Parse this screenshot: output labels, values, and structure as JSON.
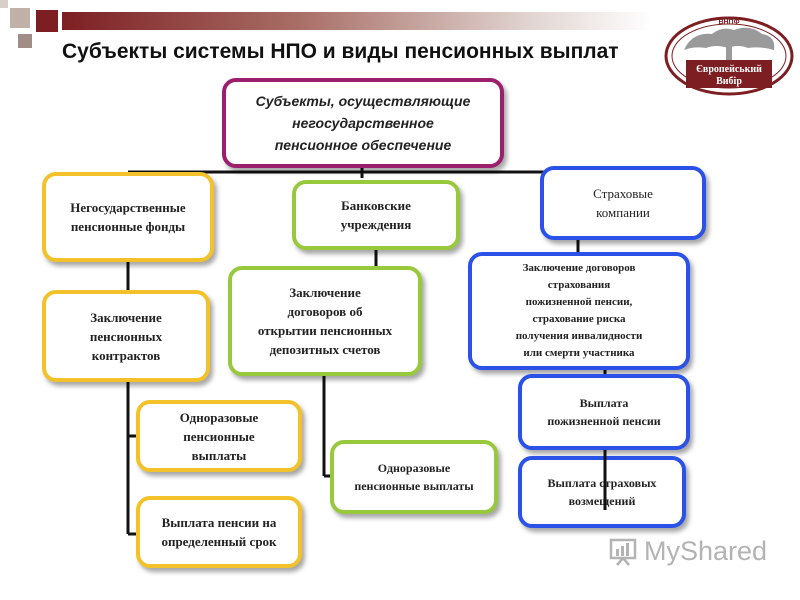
{
  "title": "Субъекты системы НПО и виды пенсионных выплат",
  "logo": {
    "top_text": "ВНПФ",
    "line1": "Європейський",
    "line2": "Вибір"
  },
  "root": {
    "label": "Субъекты, осуществляющие\nнегосударственное\nпенсионное обеспечение"
  },
  "left": {
    "head": "Негосударственные\nпенсионные фонды",
    "contract": "Заключение\nпенсионных\nконтрактов",
    "pay1": "Одноразовые\nпенсионные\nвыплаты",
    "pay2": "Выплата пенсии на\nопределенный срок"
  },
  "middle": {
    "head": "Банковские\nучреждения",
    "contract": "Заключение\nдоговоров об\nоткрытии пенсионных\nдепозитных счетов",
    "pay1": "Одноразовые\nпенсионные выплаты"
  },
  "right": {
    "head": "Страховые\nкомпании",
    "contract": "Заключение договоров\nстрахования\nпожизненной пенсии,\nстрахование риска\nполучения инвалидности\nили смерти участника",
    "pay1": "Выплата\nпожизненной пенсии",
    "pay2": "Выплата страховых\nвозмещений"
  },
  "watermark": "MyShared",
  "colors": {
    "purple": "#9b1f6a",
    "yellow": "#f3c22b",
    "green": "#98c93c",
    "blue": "#2a51e8",
    "accent": "#7d1f22"
  }
}
